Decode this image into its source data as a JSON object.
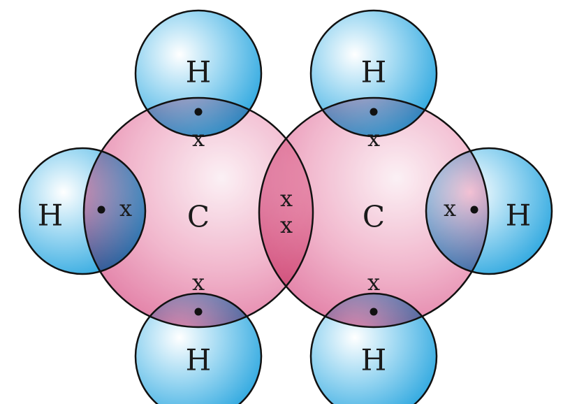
{
  "diagram": {
    "atoms": {
      "carbon_label": "C",
      "hydrogen_label": "H"
    },
    "electron_marks": {
      "carbon_electron": "x",
      "hydrogen_electron": "•"
    },
    "colors": {
      "carbon": "#e0709a",
      "hydrogen": "#3fb0e3",
      "outline": "#111111"
    }
  }
}
